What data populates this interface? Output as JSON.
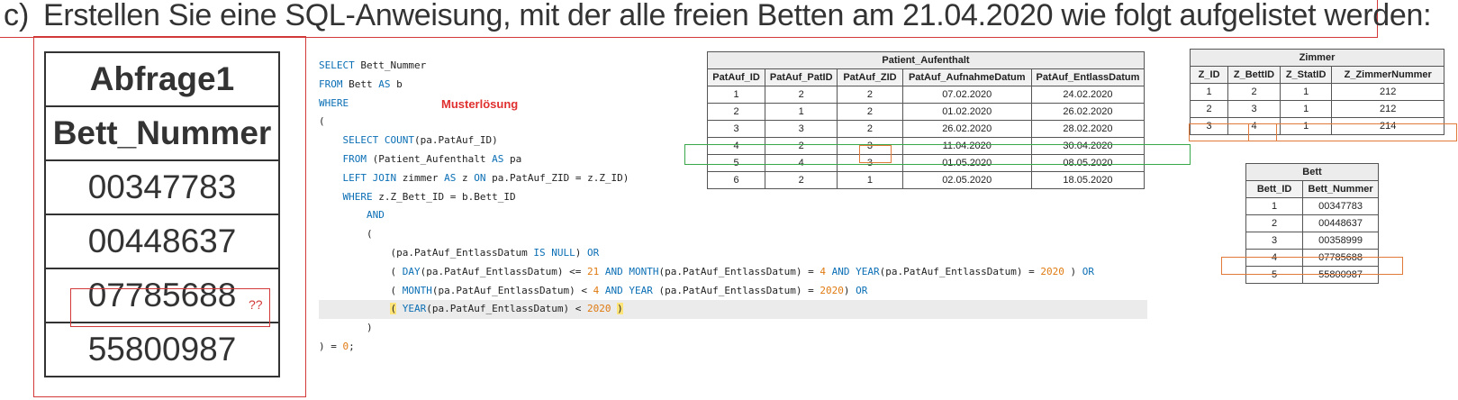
{
  "task": {
    "label": "c)",
    "text": "Erstellen Sie eine SQL-Anweisung, mit der alle freien Betten am 21.04.2020 wie folgt aufgelistet werden:"
  },
  "query_result": {
    "title": "Abfrage1",
    "column": "Bett_Nummer",
    "rows": [
      "00347783",
      "00448637",
      "07785688",
      "55800987"
    ],
    "flag": "??"
  },
  "note": "Musterlösung",
  "patient_aufenthalt": {
    "title": "Patient_Aufenthalt",
    "headers": [
      "PatAuf_ID",
      "PatAuf_PatID",
      "PatAuf_ZID",
      "PatAuf_AufnahmeDatum",
      "PatAuf_EntlassDatum"
    ],
    "rows": [
      [
        "1",
        "2",
        "2",
        "07.02.2020",
        "24.02.2020"
      ],
      [
        "2",
        "1",
        "2",
        "01.02.2020",
        "26.02.2020"
      ],
      [
        "3",
        "3",
        "2",
        "26.02.2020",
        "28.02.2020"
      ],
      [
        "4",
        "2",
        "3",
        "11.04.2020",
        "30.04.2020"
      ],
      [
        "5",
        "4",
        "3",
        "01.05.2020",
        "08.05.2020"
      ],
      [
        "6",
        "2",
        "1",
        "02.05.2020",
        "18.05.2020"
      ]
    ]
  },
  "zimmer": {
    "title": "Zimmer",
    "headers": [
      "Z_ID",
      "Z_BettID",
      "Z_StatID",
      "Z_ZimmerNummer"
    ],
    "rows": [
      [
        "1",
        "2",
        "1",
        "212"
      ],
      [
        "2",
        "3",
        "1",
        "212"
      ],
      [
        "3",
        "4",
        "1",
        "214"
      ]
    ]
  },
  "bett": {
    "title": "Bett",
    "headers": [
      "Bett_ID",
      "Bett_Nummer"
    ],
    "rows": [
      [
        "1",
        "00347783"
      ],
      [
        "2",
        "00448637"
      ],
      [
        "3",
        "00358999"
      ],
      [
        "4",
        "07785688"
      ],
      [
        "5",
        "55800987"
      ]
    ]
  },
  "sql_lines": [
    "SELECT Bett_Nummer",
    "FROM Bett AS b",
    "WHERE",
    "(",
    "    SELECT COUNT(pa.PatAuf_ID)",
    "    FROM (Patient_Aufenthalt AS pa",
    "    LEFT JOIN zimmer AS z ON pa.PatAuf_ZID = z.Z_ID)",
    "    WHERE z.Z_Bett_ID = b.Bett_ID",
    "        AND",
    "        (",
    "            (pa.PatAuf_EntlassDatum IS NULL) OR",
    "            ( DAY(pa.PatAuf_EntlassDatum) <= 21 AND MONTH(pa.PatAuf_EntlassDatum) = 4 AND YEAR(pa.PatAuf_EntlassDatum) = 2020 ) OR",
    "            ( MONTH(pa.PatAuf_EntlassDatum) < 4 AND YEAR (pa.PatAuf_EntlassDatum) = 2020) OR",
    "            ( YEAR(pa.PatAuf_EntlassDatum) < 2020 )",
    "        )",
    ") = 0;"
  ],
  "colors": {
    "keyword": "#0b6fb5",
    "number": "#e07a10",
    "red_frame": "#d23a3a",
    "green_frame": "#3aa84a",
    "orange_frame": "#e07a3a"
  }
}
